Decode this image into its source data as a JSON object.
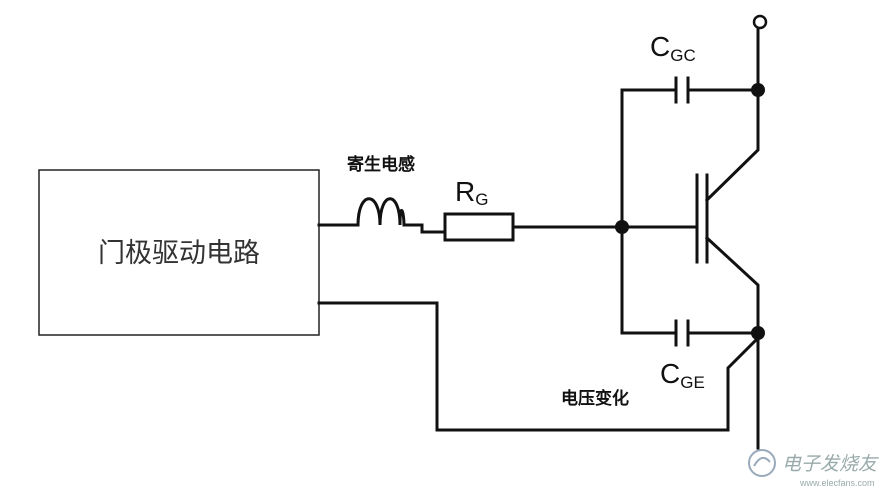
{
  "diagram": {
    "gate_driver_label": "门极驱动电路",
    "parasitic_inductance_label": "寄生电感",
    "gate_resistor": {
      "main": "R",
      "sub": "G"
    },
    "cap_gc": {
      "main": "C",
      "sub": "GC"
    },
    "cap_ge": {
      "main": "C",
      "sub": "GE"
    },
    "voltage_change_label": "电压变化"
  },
  "watermark": {
    "text": "电子发烧友",
    "url": "www.elecfans.com"
  }
}
